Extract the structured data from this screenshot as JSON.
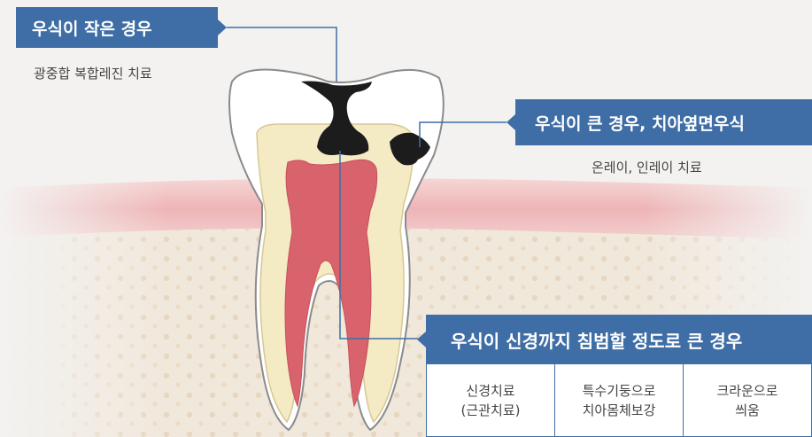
{
  "callouts": {
    "small": {
      "title": "우식이 작은 경우",
      "treatment": "광중합 복합레진 치료"
    },
    "large": {
      "title": "우식이 큰 경우, 치아옆면우식",
      "treatment": "온레이, 인레이 치료"
    },
    "nerve": {
      "title": "우식이 신경까지 침범할 정도로 큰 경우",
      "options": [
        {
          "line1": "신경치료",
          "line2": "(근관치료)"
        },
        {
          "line1": "특수기둥으로",
          "line2": "치아몸체보강"
        },
        {
          "line1": "크라운으로",
          "line2": "씌움"
        }
      ]
    }
  },
  "colors": {
    "callout_bg": "#3f6ea6",
    "enamel": "#ffffff",
    "dentin": "#f4ebc4",
    "pulp": "#d85f6a",
    "gum": "#eeb9bb",
    "bone": "#f1e7d8",
    "caries": "#1c1c1c"
  }
}
